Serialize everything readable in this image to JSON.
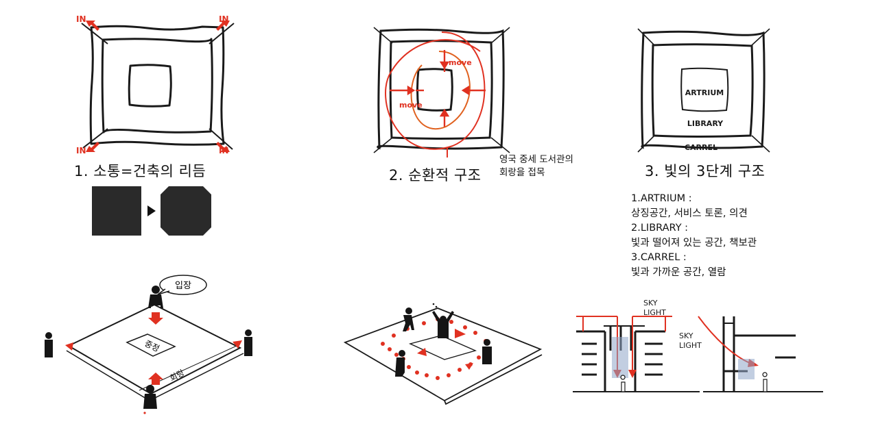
{
  "panels": {
    "p1": {
      "caption": "1. 소통=건축의 리듬",
      "entry_labels": [
        "IN",
        "IN",
        "IN",
        "IN"
      ]
    },
    "p2": {
      "caption": "2. 순환적 구조",
      "note_line1": "영국 중세 도서관의",
      "note_line2": "회랑을 접목",
      "move_labels": [
        "move",
        "move"
      ]
    },
    "p3": {
      "caption": "3. 빛의 3단계 구조",
      "zone_labels": {
        "artrium": "ARTRIUM",
        "library": "LIBRARY",
        "carrel": "CARREL"
      },
      "legend": [
        "1.ARTRIUM :",
        "상징공간, 서비스 토론, 의견",
        "2.LIBRARY  :",
        "빛과 떨어져 있는 공간, 책보관",
        "3.CARREL    :",
        "빛과 가까운 공간, 열람"
      ]
    }
  },
  "sketches": {
    "plaza": {
      "speech": "입장",
      "center": "중정",
      "edge": "회랑"
    },
    "section": {
      "skylight_a": [
        "SKY",
        "LIGHT"
      ],
      "skylight_b": [
        "SKY",
        "LIGHT"
      ]
    }
  },
  "colors": {
    "ink": "#1a1a1a",
    "accent": "#e03121"
  }
}
